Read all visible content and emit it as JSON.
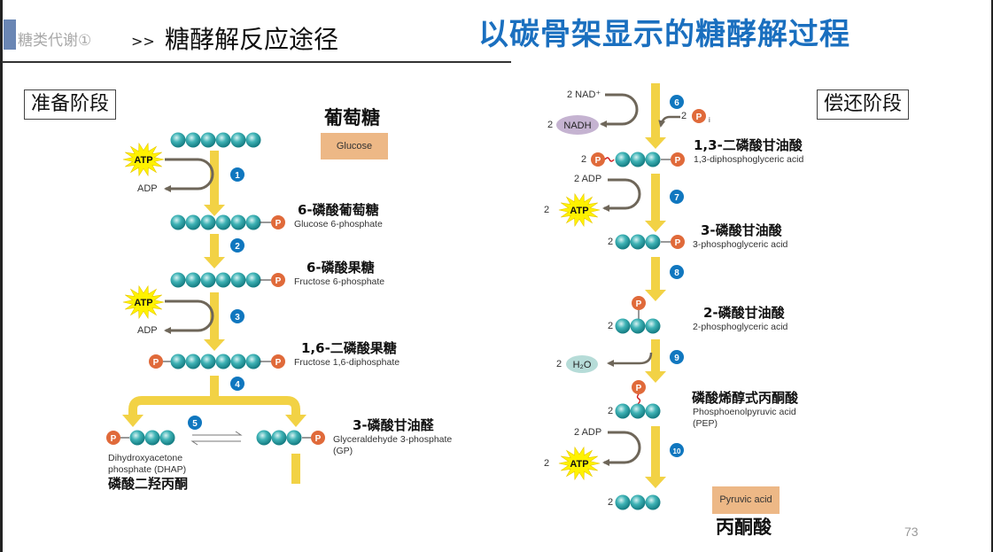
{
  "header": {
    "breadcrumb": "糖类代谢①",
    "separator": ">>",
    "page_title": "糖酵解反应途径",
    "main_title": "以碳骨架显示的糖酵解过程"
  },
  "phases": {
    "preparatory": "准备阶段",
    "payoff": "偿还阶段"
  },
  "colors": {
    "accent_blue": "#1a6fbf",
    "arrow_yellow": "#f2d245",
    "carbon_teal": "#2aa3a8",
    "phosphate_orange": "#e06a3a",
    "step_badge_blue": "#1077bf",
    "tan_box": "#edb886"
  },
  "left_pathway": {
    "glucose": {
      "cn": "葡萄糖",
      "en": "Glucose"
    },
    "g6p": {
      "cn": "6-磷酸葡萄糖",
      "en": "Glucose 6-phosphate"
    },
    "f6p": {
      "cn": "6-磷酸果糖",
      "en": "Fructose 6-phosphate"
    },
    "f16bp": {
      "cn": "1,6-二磷酸果糖",
      "en": "Fructose 1,6-diphosphate"
    },
    "gap": {
      "cn": "3-磷酸甘油醛",
      "en_line1": "Glyceraldehyde 3-phosphate",
      "en_line2": "(GP)"
    },
    "dhap": {
      "en_line1": "Dihydroxyacetone",
      "en_line2": "phosphate (DHAP)",
      "cn": "磷酸二羟丙酮"
    },
    "atp_label": "ATP",
    "adp_label": "ADP",
    "steps": [
      "1",
      "2",
      "3",
      "4",
      "5"
    ]
  },
  "right_pathway": {
    "nad": "2 NAD⁺",
    "nadh_coef": "2",
    "nadh": "NADH",
    "pi_coef": "2",
    "pi": "P",
    "pi_sub": "i",
    "bpg": {
      "coef": "2",
      "cn": "1,3-二磷酸甘油酸",
      "en": "1,3-diphosphoglyceric acid"
    },
    "adp1": "2 ADP",
    "atp1_coef": "2",
    "atp_label": "ATP",
    "pg3": {
      "coef": "2",
      "cn": "3-磷酸甘油酸",
      "en": "3-phosphoglyceric acid"
    },
    "pg2": {
      "coef": "2",
      "cn": "2-磷酸甘油酸",
      "en": "2-phosphoglyceric acid"
    },
    "h2o_coef": "2",
    "h2o": "H₂O",
    "pep": {
      "coef": "2",
      "cn": "磷酸烯醇式丙酮酸",
      "en_line1": "Phosphoenolpyruvic acid",
      "en_line2": "(PEP)"
    },
    "adp2": "2 ADP",
    "atp2_coef": "2",
    "pyruvate": {
      "coef": "2",
      "en": "Pyruvic acid",
      "cn": "丙酮酸"
    },
    "steps": [
      "6",
      "7",
      "8",
      "9",
      "10"
    ]
  },
  "phosphate_label": "P",
  "page_number": "73"
}
